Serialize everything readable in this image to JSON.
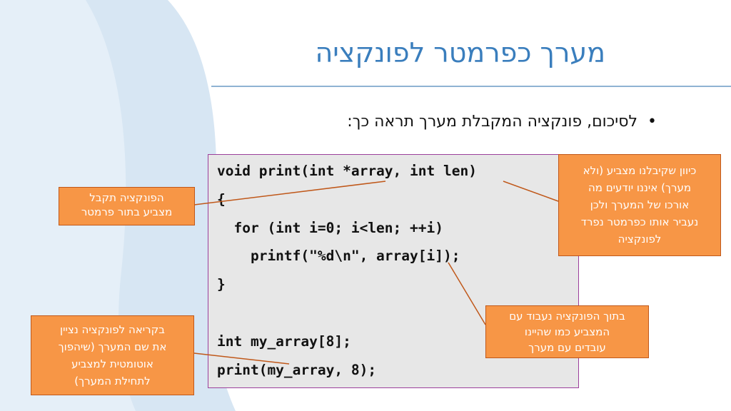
{
  "slide": {
    "title": "מערך כפרמטר לפונקציה",
    "bullet_marker": "•",
    "bullet_text": "לסיכום, פונקציה המקבלת מערך תראה כך:"
  },
  "code_lines": [
    "void print(int *array, int len)",
    "{",
    "  for (int i=0; i<len; ++i)",
    "    printf(\"%d\\n\", array[i]);",
    "}",
    "",
    "int my_array[8];",
    "print(my_array, 8);"
  ],
  "callouts": {
    "pointer_param": [
      "הפונקציה תקבל",
      "מצביע בתור פרמטר"
    ],
    "length_param": [
      "כיוון שקיבלנו מצביע (ולא",
      "מערך) איננו יודעים מה",
      "אורכו של המערך ולכן",
      "נעביר אותו כפרמטר נפרד",
      "לפונקציה"
    ],
    "array_usage": [
      "בתוך הפונקציה נעבוד עם",
      "המצביע כמו שהיינו",
      "עובדים עם מערך"
    ],
    "call_site": [
      "בקריאה לפונקציה נציין",
      "את שם המערך (שיהפוך",
      "אוטומטית למצביע",
      "לתחילת המערך)"
    ]
  },
  "colors": {
    "title": "#3a7ebd",
    "callout_fill": "#f79646",
    "callout_border": "#c0581a",
    "code_bg": "#e7e7e7",
    "code_border": "#9b3f9b",
    "connector": "#c0581a",
    "bg_shape": "#d7e6f3"
  }
}
